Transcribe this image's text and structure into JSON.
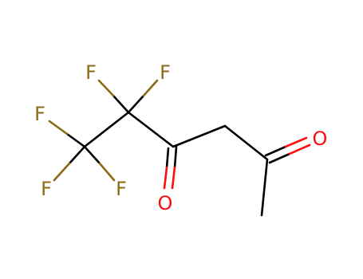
{
  "colors": {
    "carbon_bond": "#000000",
    "fluorine": "#8b6a16",
    "oxygen": "#ff0d0d"
  },
  "atoms": {
    "f1": "F",
    "f2": "F",
    "f3": "F",
    "f4": "F",
    "f5": "F",
    "o1": "O",
    "o2": "O"
  }
}
